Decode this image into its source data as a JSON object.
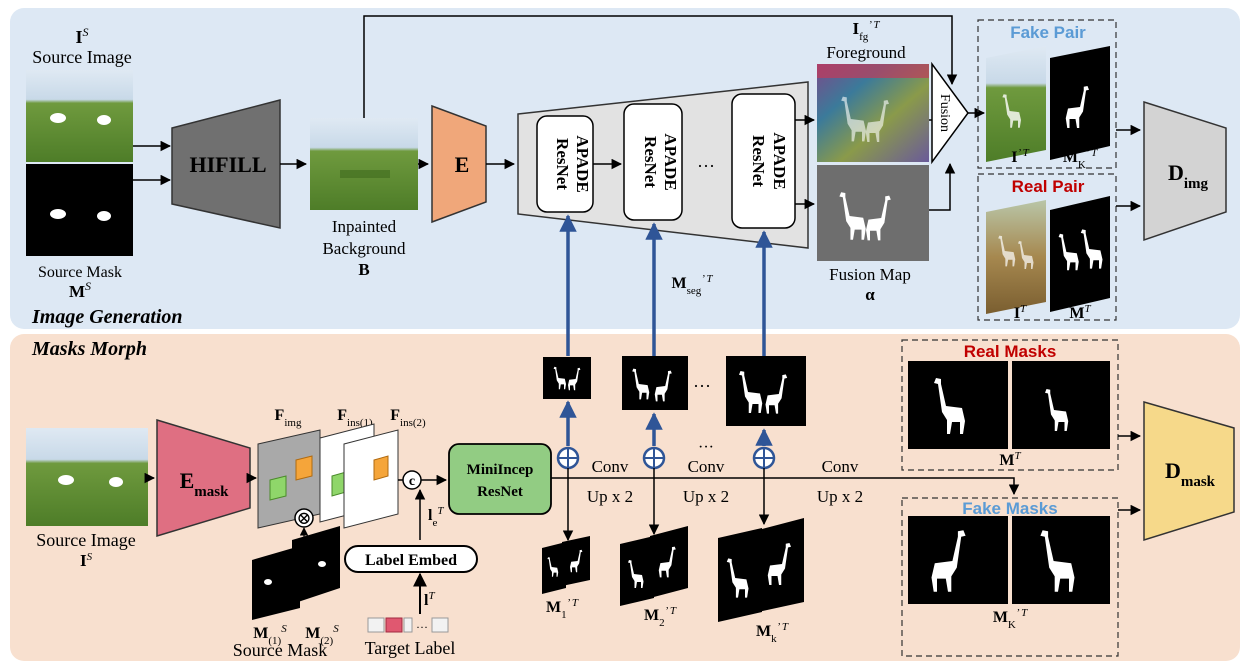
{
  "sections": {
    "image_generation": "Image Generation",
    "masks_morph": "Masks Morph"
  },
  "top": {
    "source_image_sym": "I",
    "source_image_sup": "S",
    "source_image_label": "Source Image",
    "source_mask_label": "Source Mask",
    "source_mask_sym": "M",
    "source_mask_sup": "S",
    "hifill": "HIFILL",
    "inpainted_line1": "Inpainted",
    "inpainted_line2": "Background",
    "inpainted_sym": "B",
    "encoder": "E",
    "apade_line1": "APADE",
    "apade_line2": "ResNet",
    "ellipsis": "···",
    "foreground_sym": "I",
    "foreground_sub": "fg",
    "foreground_sup": "’ T",
    "foreground_label": "Foreground",
    "fusion": "Fusion",
    "fusion_map_label": "Fusion Map",
    "fusion_map_sym": "α",
    "mseg_sym": "M",
    "mseg_sub": "seg",
    "mseg_sup": "’ T",
    "fake_pair": "Fake Pair",
    "fake_i_sym": "I",
    "fake_i_sup": "’ T",
    "fake_m_sym": "M",
    "fake_m_sub": "K",
    "fake_m_sup": "’ T",
    "real_pair": "Real Pair",
    "real_i_sym": "I",
    "real_i_sup": "T",
    "real_m_sym": "M",
    "real_m_sup": "T",
    "d_img": "D",
    "d_img_sub": "img"
  },
  "bottom": {
    "source_image_label": "Source Image",
    "source_image_sym": "I",
    "source_image_sup": "S",
    "emask": "E",
    "emask_sub": "mask",
    "f_img": "F",
    "f_img_sub": "img",
    "f_ins1": "F",
    "f_ins1_sub": "ins(1)",
    "f_ins2": "F",
    "f_ins2_sub": "ins(2)",
    "concat": "c",
    "otimes": "⊗",
    "le_sym": "l",
    "le_sub": "e",
    "le_sup": "T",
    "label_embed": "Label Embed",
    "lt_sym": "l",
    "lt_sup": "T",
    "m1s": "M",
    "m1s_sub": "(1)",
    "m1s_sup": "S",
    "m2s": "M",
    "m2s_sub": "(2)",
    "m2s_sup": "S",
    "source_mask_label": "Source Mask",
    "target_label": "Target Label",
    "miniincep_line1": "MiniIncep",
    "miniincep_line2": "ResNet",
    "conv": "Conv",
    "upx2": "Up x 2",
    "ellipsis": "···",
    "m1": "M",
    "m1_sub": "1",
    "m1_sup": "’ T",
    "m2": "M",
    "m2_sub": "2",
    "m2_sup": "’ T",
    "mk": "M",
    "mk_sub": "k",
    "mk_sup": "’ T",
    "real_masks": "Real Masks",
    "real_masks_sym": "M",
    "real_masks_sup": "T",
    "fake_masks": "Fake Masks",
    "fake_masks_sym": "M",
    "fake_masks_sub": "K",
    "fake_masks_sup": "’ T",
    "d_mask": "D",
    "d_mask_sub": "mask"
  },
  "colors": {
    "top_bg": "#dde8f4",
    "bottom_bg": "#f8e0cf",
    "hifill": "#707070",
    "encoder": "#f0a77a",
    "apade_panel": "#e2e2e2",
    "emask": "#df6f82",
    "miniincep": "#92cc83",
    "d_img": "#d3d3d3",
    "d_mask": "#f6d98a",
    "blue_arrow": "#2f5597",
    "fake_title": "#5b9bd5",
    "real_title": "#c00000"
  }
}
